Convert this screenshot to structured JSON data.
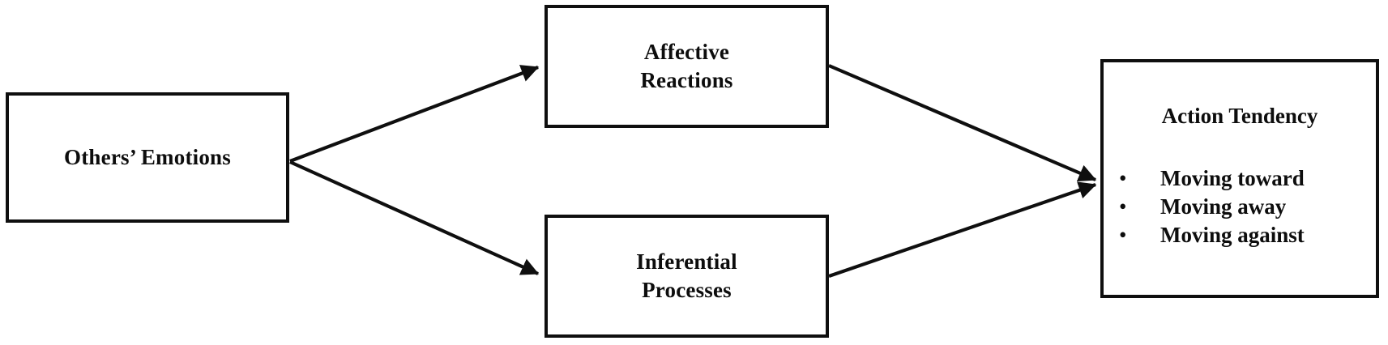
{
  "diagram": {
    "title_text": "",
    "background_color": "#ffffff",
    "line_color": "#0f0f0f",
    "text_color": "#0d0d0d",
    "nodes": [
      {
        "id": "others-emotions",
        "label": "Others’ Emotions",
        "lines": [
          "Others’ Emotions"
        ]
      },
      {
        "id": "affective-reactions",
        "label": "Affective Reactions",
        "lines": [
          "Affective",
          "Reactions"
        ]
      },
      {
        "id": "inferential-processes",
        "label": "Inferential Processes",
        "lines": [
          "Inferential",
          "Processes"
        ]
      },
      {
        "id": "action-tendency",
        "label": "Action Tendency",
        "bullet_glyph": "•",
        "items": [
          "Moving toward",
          "Moving away",
          "Moving against"
        ]
      }
    ],
    "edges": [
      {
        "from": "others-emotions",
        "to": "affective-reactions",
        "arrow": true
      },
      {
        "from": "others-emotions",
        "to": "inferential-processes",
        "arrow": true
      },
      {
        "from": "affective-reactions",
        "to": "action-tendency",
        "arrow": true
      },
      {
        "from": "inferential-processes",
        "to": "action-tendency",
        "arrow": true
      }
    ]
  }
}
